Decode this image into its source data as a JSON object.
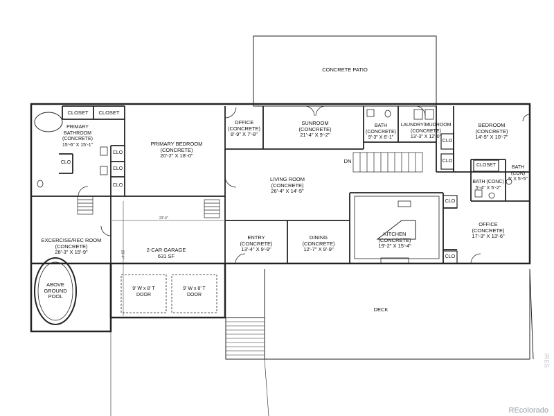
{
  "rooms": {
    "patio": [
      "CONCRETE PATIO"
    ],
    "primary_bath": [
      "PRIMARY",
      "BATHROOM",
      "(CONCRETE)",
      "15'-6\" X 15'-1\""
    ],
    "closet_1": [
      "CLOSET"
    ],
    "closet_2": [
      "CLOSET"
    ],
    "primary_bedroom": [
      "PRIMARY BEDROOM",
      "(CONCRETE)",
      "20'-2\" X 18'-0\""
    ],
    "office_1": [
      "OFFICE",
      "(CONCRETE)",
      "8'-9\" X 7'-8\""
    ],
    "sunroom": [
      "SUNROOM",
      "(CONCRETE)",
      "21'-4\" X 9'-2\""
    ],
    "bath_1": [
      "BATH",
      "(CONCRETE)",
      "9'-3\" X 6'-1\""
    ],
    "laundry": [
      "LAUNDRY/MUDROOM",
      "(CONCRETE)",
      "13'-3\" X 12'-0\""
    ],
    "bedroom": [
      "BEDROOM",
      "(CONCRETE)",
      "14'-5\" X 10'-7\""
    ],
    "clo_1": [
      "CLO"
    ],
    "clo_2": [
      "CLO"
    ],
    "clo_3": [
      "CLO"
    ],
    "clo_4": [
      "CLO"
    ],
    "clo_5": [
      "CLO"
    ],
    "clo_6": [
      "CLO"
    ],
    "clo_7": [
      "CLO"
    ],
    "clo_8": [
      "CLO"
    ],
    "closet_3": [
      "CLOSET"
    ],
    "bath_2": [
      "BATH",
      "(CON)",
      "5' X 5'-5\""
    ],
    "bath_3": [
      "BATH (CONC)",
      "5'-4\" X 5'-2\""
    ],
    "dn": [
      "DN"
    ],
    "living": [
      "LIVING ROOM",
      "(CONCRETE)",
      "26'-4\" X 14'-5\""
    ],
    "exercise": [
      "EXCERCISE/REC ROOM",
      "(CONCRETE)",
      "28'-3\" X 15'-9\""
    ],
    "pool": [
      "ABOVE",
      "GROUND",
      "POOL"
    ],
    "garage": [
      "2-CAR GARAGE",
      "631 SF"
    ],
    "door_1": [
      "9' W x 8' T",
      "DOOR"
    ],
    "door_2": [
      "9' W x 8' T",
      "DOOR"
    ],
    "entry": [
      "ENTRY",
      "(CONCRETE)",
      "13'-4\" X 9'-9\""
    ],
    "dining": [
      "DINING",
      "(CONCRETE)",
      "12'-7\" X 9'-9\""
    ],
    "kitchen": [
      "KITCHEN",
      "(CONCRETE)",
      "19'-2\" X 15'-4\""
    ],
    "office_2": [
      "OFFICE",
      "(CONCRETE)",
      "17'-3\" X 13'-6\""
    ],
    "deck": [
      "DECK"
    ]
  },
  "dimensions": {
    "garage_width": "23'-4\"",
    "garage_depth": "26'-4\""
  },
  "watermark": "REcolorado",
  "side_mark": "IRES"
}
